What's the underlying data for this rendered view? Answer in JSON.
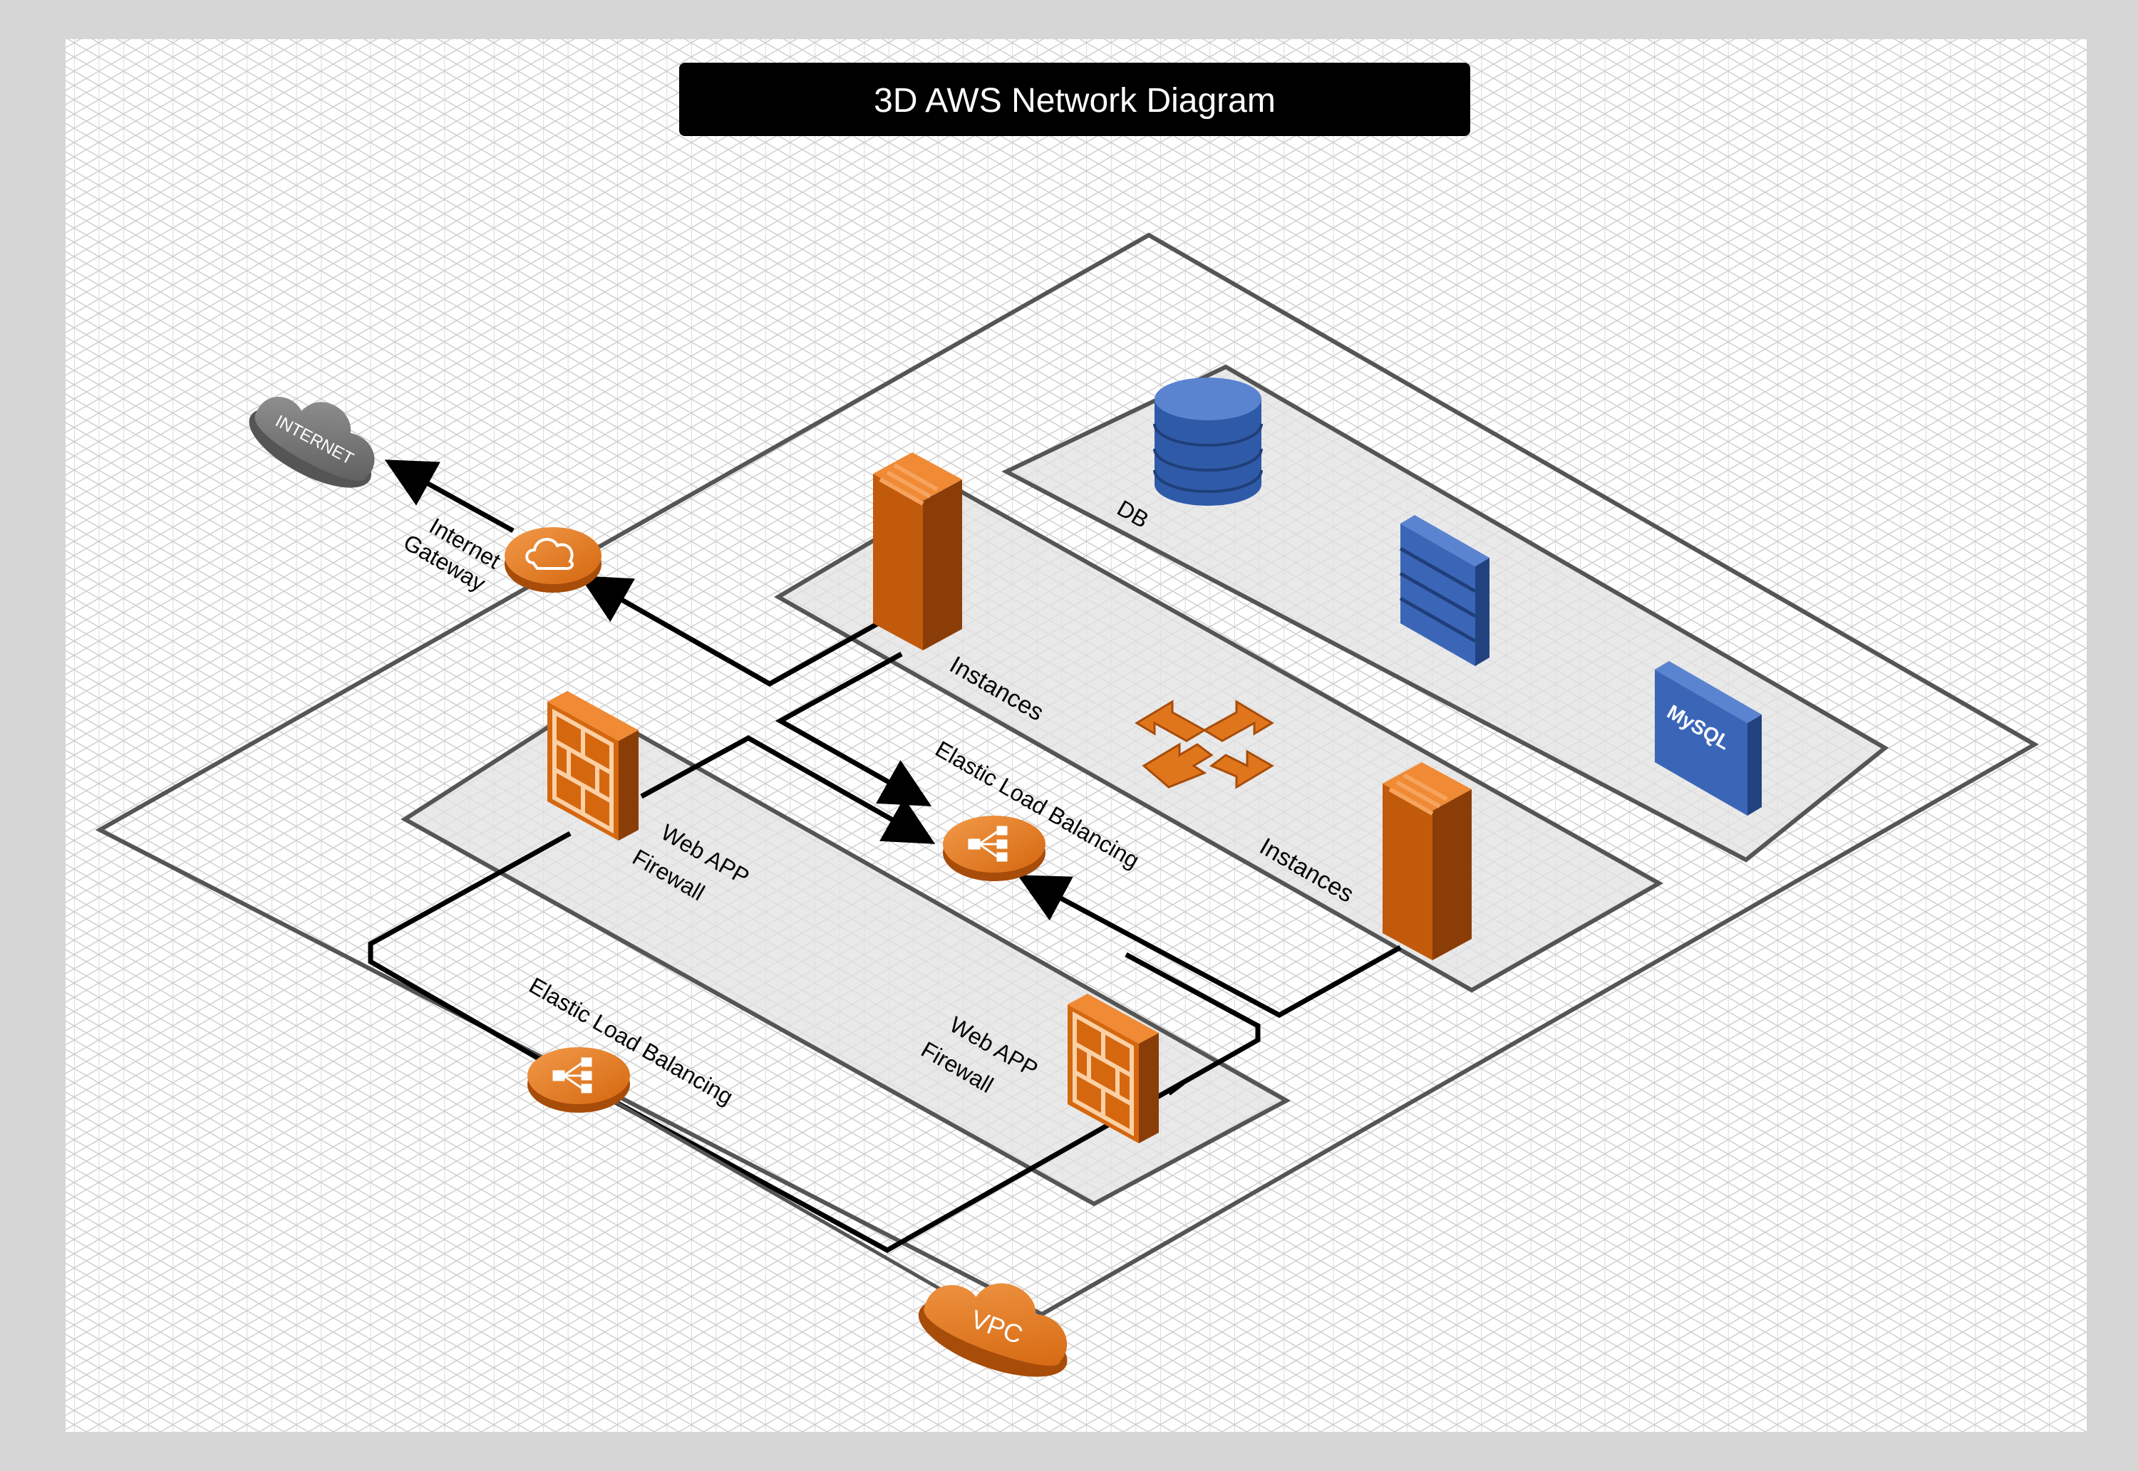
{
  "title": "3D AWS Network Diagram",
  "labels": {
    "internet": "INTERNET",
    "internet_gateway": [
      "Internet",
      "Gateway"
    ],
    "db": "DB",
    "instances_top": "Instances",
    "instances_bottom": "Instances",
    "elb_center": "Elastic Load Balancing",
    "elb_lower": "Elastic Load Balancing",
    "waf_top": [
      "Web APP",
      "Firewall"
    ],
    "waf_bottom": [
      "Web APP",
      "Firewall"
    ],
    "mysql": "MySQL",
    "vpc": "VPC"
  },
  "colors": {
    "orange": "#e0761c",
    "orange_dark": "#a84c0a",
    "blue": "#3b66b8",
    "blue_dark": "#22427f",
    "grey_cloud": "#7a7a7a",
    "zone_fill": "#e2e2e2",
    "title_bg": "#000000"
  },
  "icons": [
    "internet-cloud-icon",
    "internet-gateway-icon",
    "ec2-instance-icon",
    "load-balancer-icon",
    "web-app-firewall-icon",
    "database-icon",
    "mysql-icon",
    "vpc-cloud-icon",
    "cloudfront-arrows-icon"
  ]
}
